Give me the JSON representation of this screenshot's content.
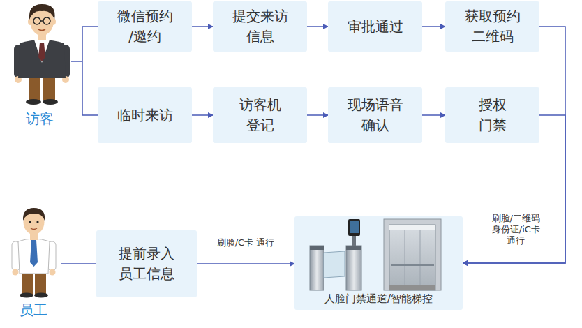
{
  "diagram": {
    "nodes": [
      {
        "text": [
          "微信预约 /邀约"
        ]
      },
      {
        "text": [
          "提交来访 信息"
        ]
      },
      {
        "text": [
          "审批通过"
        ]
      },
      {
        "text": [
          "获取预约 二维码"
        ]
      },
      {
        "text": [
          "临时来访"
        ]
      },
      {
        "text": [
          "访客机 登记"
        ]
      },
      {
        "text": [
          "现场语音 确认"
        ]
      },
      {
        "text": [
          "授权 门禁"
        ]
      },
      {
        "text": [
          "提前录入 员工信息"
        ]
      },
      {
        "text": [
          "人脸门禁通道/智能梯控"
        ]
      }
    ],
    "edges": [
      {
        "from": 0,
        "to": 1,
        "arrow": "to"
      },
      {
        "from": 1,
        "to": 2,
        "arrow": "to"
      },
      {
        "from": 2,
        "to": 3,
        "arrow": "to"
      },
      {
        "from": 4,
        "to": 5,
        "arrow": "to"
      },
      {
        "from": 5,
        "to": 6,
        "arrow": "to"
      },
      {
        "from": 6,
        "to": 7,
        "arrow": "to"
      },
      {
        "from": 3,
        "to": 9,
        "label": "刷脸/二维码 身份证/iC卡 通行",
        "arrow": "to"
      },
      {
        "from": 7,
        "to": 9,
        "arrow": "to"
      },
      {
        "from": 8,
        "to": 9,
        "label": "刷脸/C卡 通行",
        "arrow": "to"
      }
    ],
    "labels": [
      "访客",
      "员工"
    ]
  }
}
